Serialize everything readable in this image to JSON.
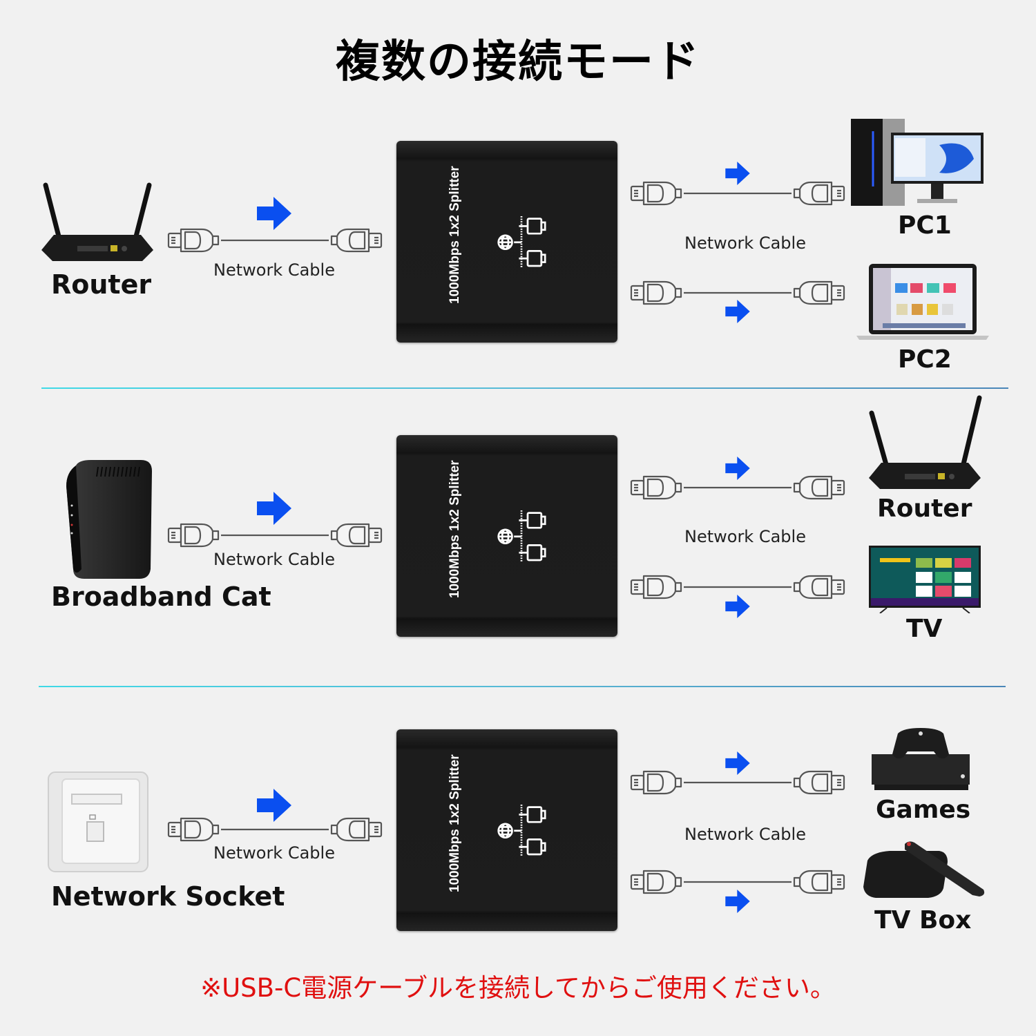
{
  "title": "複数の接続モード",
  "splitter_label": "1000Mbps 1x2 Splitter",
  "cable_label": "Network Cable",
  "colors": {
    "arrow": "#0a4ff0",
    "note": "#e01010",
    "divider_start": "#3fd9e6",
    "divider_end": "#4a86b8",
    "background": "#f1f1f1"
  },
  "rows": [
    {
      "source": {
        "label": "Router",
        "icon": "router-icon"
      },
      "outputs": [
        {
          "label": "PC1",
          "icon": "desktop-pc-icon"
        },
        {
          "label": "PC2",
          "icon": "laptop-icon"
        }
      ]
    },
    {
      "source": {
        "label": "Broadband Cat",
        "icon": "modem-icon"
      },
      "outputs": [
        {
          "label": "Router",
          "icon": "router-icon"
        },
        {
          "label": "TV",
          "icon": "tv-icon"
        }
      ]
    },
    {
      "source": {
        "label": "Network Socket",
        "icon": "wall-socket-icon"
      },
      "outputs": [
        {
          "label": "Games",
          "icon": "game-console-icon"
        },
        {
          "label": "TV Box",
          "icon": "tv-box-icon"
        }
      ]
    }
  ],
  "note": "※USB-C電源ケーブルを接続してからご使用ください。"
}
